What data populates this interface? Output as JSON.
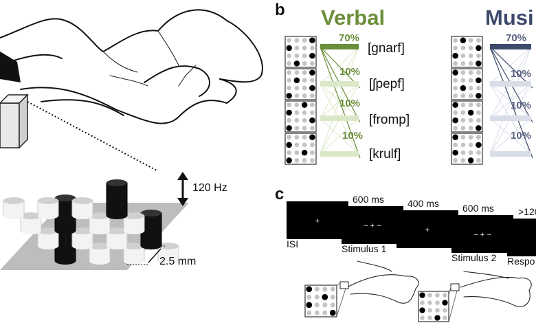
{
  "panel_a": {
    "frequency_label": "120 Hz",
    "spacing_label": "2.5 mm"
  },
  "panel_b": {
    "label": "b",
    "verbal": {
      "title": "Verbal",
      "color": "#6a8e3a",
      "light_color": "#dbe8c8",
      "percentages": [
        "70%",
        "10%",
        "10%",
        "10%"
      ],
      "words": [
        "[gnarf]",
        "[ʃpepf]",
        "[fromp]",
        "[krulf]"
      ],
      "patterns": [
        [
          3,
          0,
          3,
          1
        ],
        [
          3,
          1,
          3,
          0
        ],
        [
          2,
          0,
          3,
          0
        ],
        [
          3,
          0,
          2,
          0
        ]
      ]
    },
    "musical": {
      "title": "Musi",
      "color": "#3d4a6b",
      "light_color": "#d8dde8",
      "percentages": [
        "70%",
        "10%",
        "10%",
        "10%"
      ],
      "patterns": [
        [
          1,
          3,
          0,
          3
        ],
        [
          0,
          3,
          1,
          3
        ],
        [
          0,
          2,
          0,
          3
        ],
        [
          0,
          3,
          0,
          2
        ]
      ]
    }
  },
  "panel_c": {
    "label": "c",
    "screens": [
      {
        "duration": "",
        "symbol": "+",
        "caption": "ISI"
      },
      {
        "duration": "600 ms",
        "symbol": "~ + ~",
        "caption": "Stimulus 1"
      },
      {
        "duration": "400 ms",
        "symbol": "+",
        "caption": ""
      },
      {
        "duration": "600 ms",
        "symbol": "~ + ~",
        "caption": "Stimulus 2"
      },
      {
        "duration": ">120",
        "symbol": "+",
        "caption": "Respo"
      }
    ],
    "example_patterns": [
      [
        0,
        2,
        0,
        3
      ],
      [
        0,
        3,
        0,
        2
      ]
    ]
  }
}
